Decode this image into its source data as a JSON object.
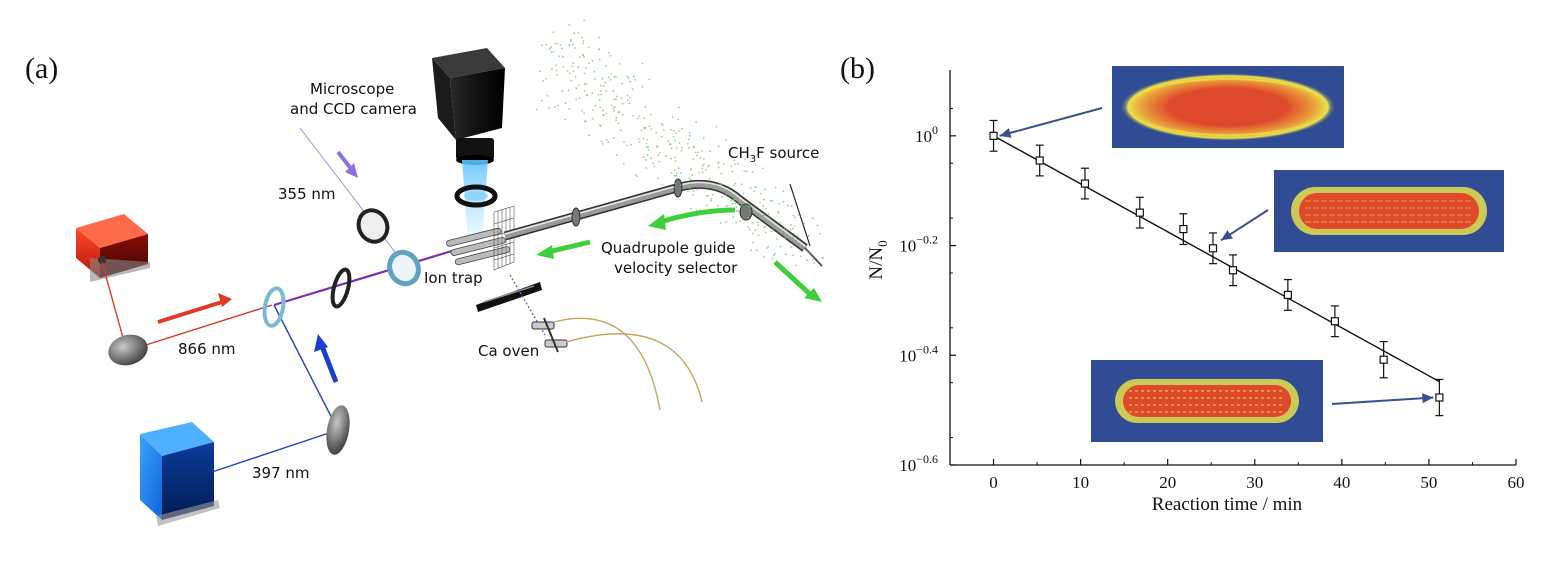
{
  "panel_a": {
    "label": "(a)",
    "labels": {
      "microscope_line1": "Microscope",
      "microscope_line2": "and CCD camera",
      "uv355": "355 nm",
      "ir866": "866 nm",
      "blue397": "397 nm",
      "ion_trap": "Ion trap",
      "ca_oven": "Ca oven",
      "quad_line1": "Quadrupole guide",
      "quad_line2": "velocity selector",
      "source_prefix": "CH",
      "source_sub": "3",
      "source_suffix": "F source"
    }
  },
  "panel_b": {
    "label": "(b)"
  },
  "chart_data": {
    "type": "scatter",
    "xlabel": "Reaction time / min",
    "ylabel_main": "N/N",
    "ylabel_sub": "0",
    "x_ticks": [
      0,
      10,
      20,
      30,
      40,
      50,
      60
    ],
    "y_ticks": [
      {
        "base": "10",
        "exp": "0",
        "value": 0
      },
      {
        "base": "10",
        "exp": "−0.2",
        "value": -0.2
      },
      {
        "base": "10",
        "exp": "−0.4",
        "value": -0.4
      },
      {
        "base": "10",
        "exp": "−0.6",
        "value": -0.6
      }
    ],
    "xlim": [
      -5,
      60
    ],
    "ylim_log10": [
      -0.6,
      0.12
    ],
    "y_scale": "log",
    "series": [
      {
        "x": [
          0,
          5.3,
          10.5,
          16.8,
          21.8,
          25.2,
          27.5,
          33.8,
          39.2,
          44.8,
          51.2
        ],
        "log10_y": [
          0,
          -0.045,
          -0.087,
          -0.14,
          -0.17,
          -0.205,
          -0.245,
          -0.29,
          -0.338,
          -0.408,
          -0.477
        ],
        "log10_err": [
          0.028,
          0.028,
          0.028,
          0.028,
          0.028,
          0.028,
          0.028,
          0.028,
          0.028,
          0.033,
          0.033
        ]
      }
    ],
    "fit_line": {
      "x": [
        0,
        51.2
      ],
      "log10_y": [
        0,
        -0.448
      ]
    },
    "insets": [
      "ion-crystal-image-start",
      "ion-crystal-image-middle",
      "ion-crystal-image-end"
    ],
    "inset_colors": {
      "background": "#2f4c94",
      "core": "#e04a2c",
      "shell": "#e8e04a"
    },
    "marker": "open-square",
    "arrow_color": "#3b4f8f"
  }
}
